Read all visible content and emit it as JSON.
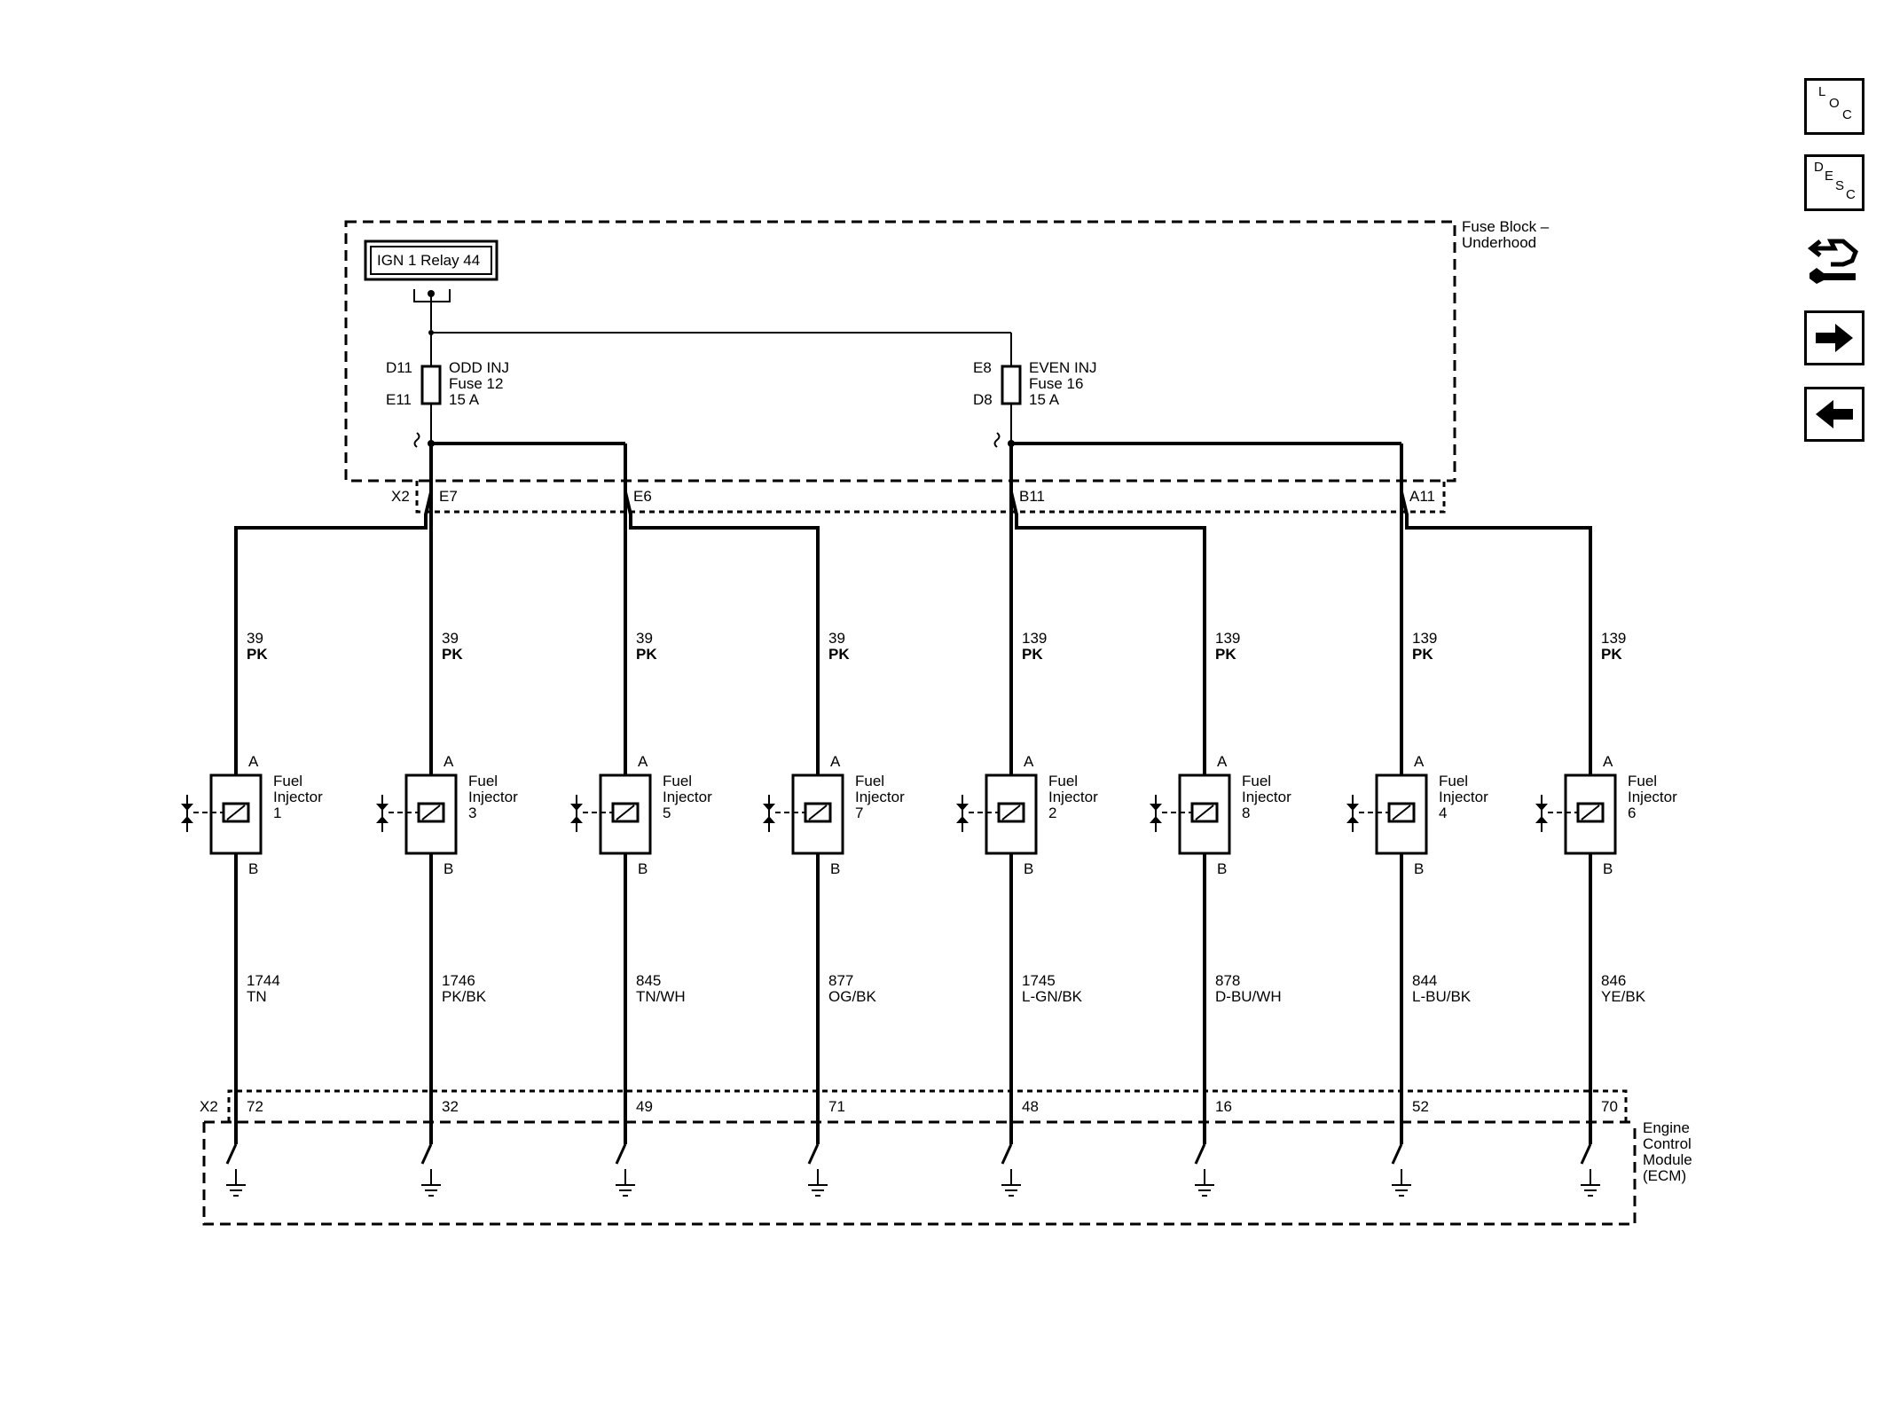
{
  "fuse_block": {
    "label_line1": "Fuse Block –",
    "label_line2": "Underhood",
    "relay_label": "IGN 1 Relay 44",
    "connector": "X2",
    "odd_fuse": {
      "top_pin": "D11",
      "bottom_pin": "E11",
      "name": "ODD INJ",
      "fuse": "Fuse 12",
      "rating": "15 A"
    },
    "even_fuse": {
      "top_pin": "E8",
      "bottom_pin": "D8",
      "name": "EVEN INJ",
      "fuse": "Fuse 16",
      "rating": "15 A"
    },
    "pins": [
      "E7",
      "E6",
      "B11",
      "A11"
    ]
  },
  "injectors": [
    {
      "name_line1": "Fuel",
      "name_line2": "Injector",
      "number": "1",
      "pin_a": "A",
      "pin_b": "B",
      "supply_circuit": "39",
      "supply_color": "PK",
      "control_circuit": "1744",
      "control_color": "TN",
      "ecm_pin": "72"
    },
    {
      "name_line1": "Fuel",
      "name_line2": "Injector",
      "number": "3",
      "pin_a": "A",
      "pin_b": "B",
      "supply_circuit": "39",
      "supply_color": "PK",
      "control_circuit": "1746",
      "control_color": "PK/BK",
      "ecm_pin": "32"
    },
    {
      "name_line1": "Fuel",
      "name_line2": "Injector",
      "number": "5",
      "pin_a": "A",
      "pin_b": "B",
      "supply_circuit": "39",
      "supply_color": "PK",
      "control_circuit": "845",
      "control_color": "TN/WH",
      "ecm_pin": "49"
    },
    {
      "name_line1": "Fuel",
      "name_line2": "Injector",
      "number": "7",
      "pin_a": "A",
      "pin_b": "B",
      "supply_circuit": "39",
      "supply_color": "PK",
      "control_circuit": "877",
      "control_color": "OG/BK",
      "ecm_pin": "71"
    },
    {
      "name_line1": "Fuel",
      "name_line2": "Injector",
      "number": "2",
      "pin_a": "A",
      "pin_b": "B",
      "supply_circuit": "139",
      "supply_color": "PK",
      "control_circuit": "1745",
      "control_color": "L-GN/BK",
      "ecm_pin": "48"
    },
    {
      "name_line1": "Fuel",
      "name_line2": "Injector",
      "number": "8",
      "pin_a": "A",
      "pin_b": "B",
      "supply_circuit": "139",
      "supply_color": "PK",
      "control_circuit": "878",
      "control_color": "D-BU/WH",
      "ecm_pin": "16"
    },
    {
      "name_line1": "Fuel",
      "name_line2": "Injector",
      "number": "4",
      "pin_a": "A",
      "pin_b": "B",
      "supply_circuit": "139",
      "supply_color": "PK",
      "control_circuit": "844",
      "control_color": "L-BU/BK",
      "ecm_pin": "52"
    },
    {
      "name_line1": "Fuel",
      "name_line2": "Injector",
      "number": "6",
      "pin_a": "A",
      "pin_b": "B",
      "supply_circuit": "139",
      "supply_color": "PK",
      "control_circuit": "846",
      "control_color": "YE/BK",
      "ecm_pin": "70"
    }
  ],
  "ecm": {
    "connector": "X2",
    "label_line1": "Engine",
    "label_line2": "Control",
    "label_line3": "Module",
    "label_line4": "(ECM)"
  },
  "toolbar": {
    "loc_l": "L",
    "loc_o": "O",
    "loc_c": "C",
    "desc_d": "D",
    "desc_e": "E",
    "desc_s": "S",
    "desc_c": "C"
  }
}
